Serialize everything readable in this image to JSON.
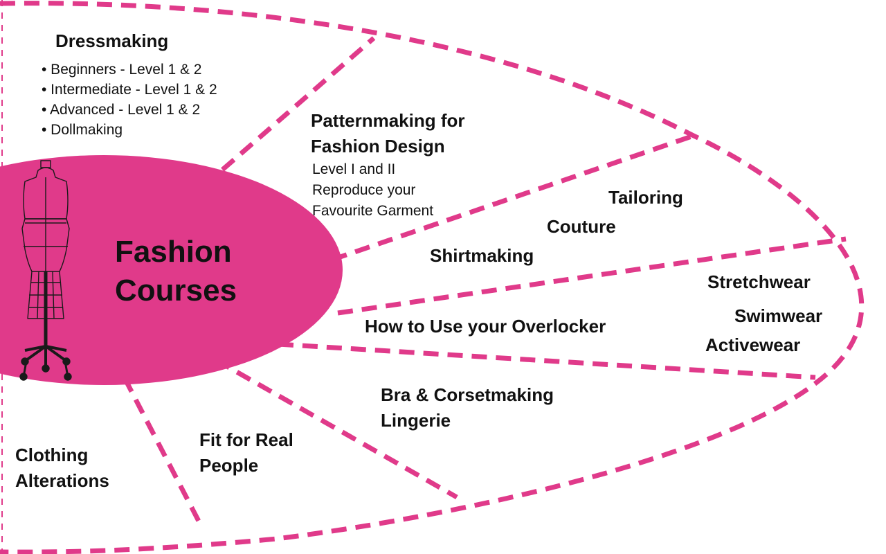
{
  "colors": {
    "accent": "#e03a8a",
    "text": "#111111"
  },
  "center": {
    "title_line1": "Fashion",
    "title_line2": "Courses",
    "icon": "dress-form-icon"
  },
  "courses": {
    "dressmaking": {
      "title": "Dressmaking",
      "items": [
        "• Beginners - Level 1 & 2",
        "• Intermediate - Level 1 & 2",
        "• Advanced - Level 1 & 2",
        "• Dollmaking"
      ]
    },
    "patternmaking": {
      "title_line1": "Patternmaking for",
      "title_line2": "Fashion Design",
      "sub1": "Level I and II",
      "sub2": "Reproduce your",
      "sub3": "Favourite Garment"
    },
    "tailoring": "Tailoring",
    "couture": "Couture",
    "shirtmaking": "Shirtmaking",
    "stretchwear": "Stretchwear",
    "swimwear": "Swimwear",
    "activewear": "Activewear",
    "overlocker": "How to Use your Overlocker",
    "bra_line1": "Bra & Corsetmaking",
    "bra_line2": "Lingerie",
    "fit_line1": "Fit for Real",
    "fit_line2": "People",
    "alterations_line1": "Clothing",
    "alterations_line2": "Alterations"
  }
}
